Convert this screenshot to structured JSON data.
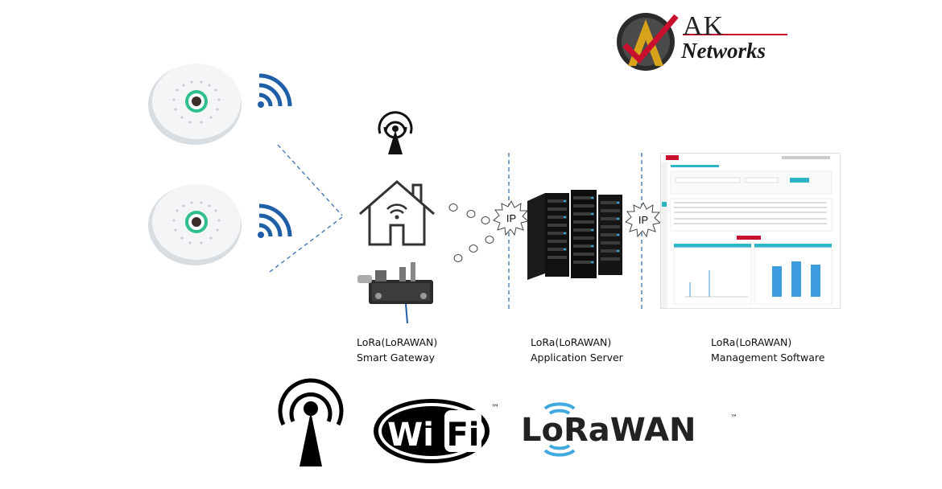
{
  "brand": {
    "initials": "AK",
    "name": "Networks",
    "logo_letter": "A"
  },
  "gateway_caption": {
    "line1": "LoRa(LoRAWAN)",
    "line2": "Smart Gateway"
  },
  "server_caption": {
    "line1": "LoRa(LoRAWAN)",
    "line2": "Application Server"
  },
  "software_caption": {
    "line1": "LoRa(LoRAWAN)",
    "line2": "Management Software"
  },
  "ip_labels": {
    "first": "IP",
    "second": "IP"
  },
  "logos": {
    "wifi_left": "Wi",
    "wifi_right": "Fi",
    "wifi_tm": "™",
    "lorawan": "LoRaWAN",
    "lorawan_tm": "™"
  },
  "colors": {
    "brand_red": "#c8102e",
    "brand_gold": "#d9a21b",
    "signal_blue": "#1f5fa8",
    "dash_blue": "#3a6fb0",
    "lorawan_wave": "#3fa9e0",
    "dashboard_accent": "#2bb5c5",
    "chart_bar": "#3d9be0"
  }
}
